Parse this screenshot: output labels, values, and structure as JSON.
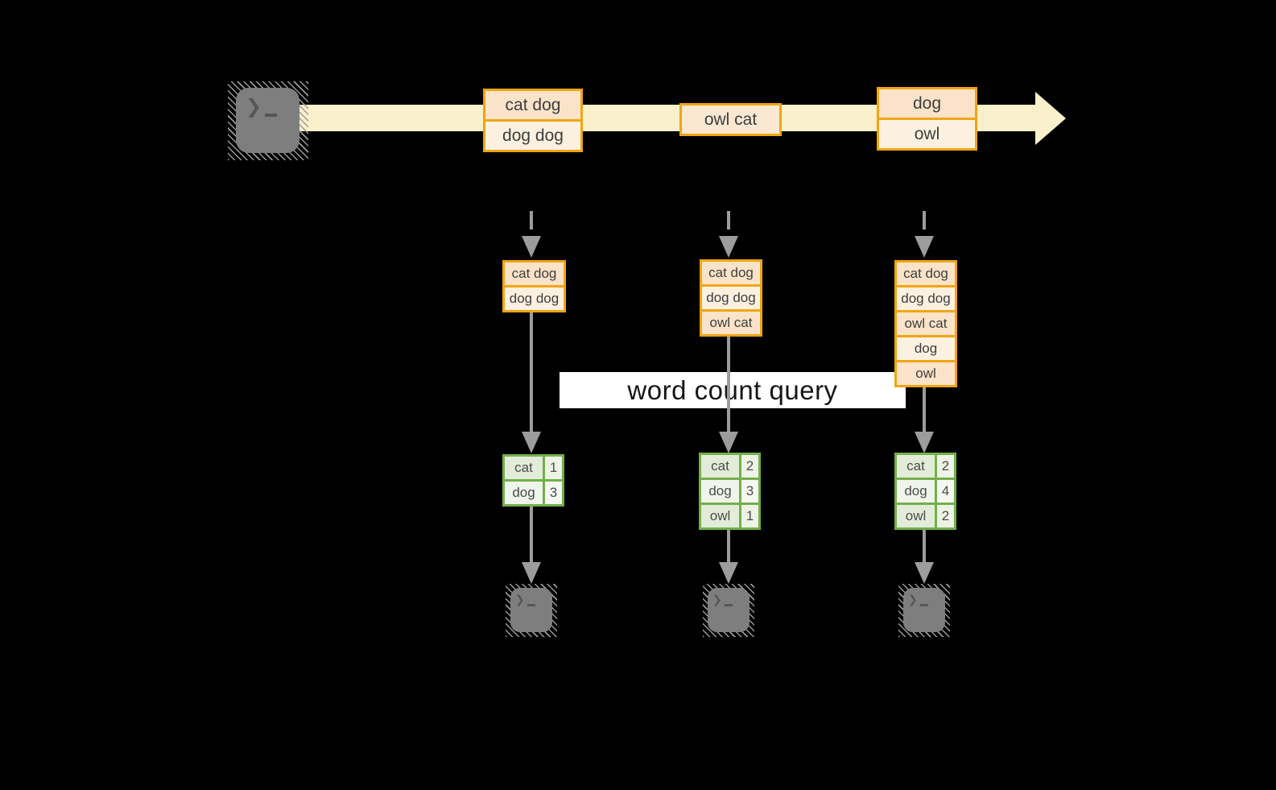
{
  "query": {
    "label": "word count query"
  },
  "stream": {
    "batches": [
      {
        "rows": [
          "cat dog",
          "dog dog"
        ]
      },
      {
        "rows": [
          "owl cat"
        ]
      },
      {
        "rows": [
          "dog",
          "owl"
        ]
      }
    ]
  },
  "buffers": [
    {
      "rows": [
        "cat dog",
        "dog dog"
      ]
    },
    {
      "rows": [
        "cat dog",
        "dog dog",
        "owl cat"
      ]
    },
    {
      "rows": [
        "cat dog",
        "dog dog",
        "owl cat",
        "dog",
        "owl"
      ]
    }
  ],
  "results": [
    {
      "rows": [
        {
          "word": "cat",
          "count": "1"
        },
        {
          "word": "dog",
          "count": "3"
        }
      ]
    },
    {
      "rows": [
        {
          "word": "cat",
          "count": "2"
        },
        {
          "word": "dog",
          "count": "3"
        },
        {
          "word": "owl",
          "count": "1"
        }
      ]
    },
    {
      "rows": [
        {
          "word": "cat",
          "count": "2"
        },
        {
          "word": "dog",
          "count": "4"
        },
        {
          "word": "owl",
          "count": "2"
        }
      ]
    }
  ],
  "icons": {
    "terminal_prompt": "❯"
  },
  "colors": {
    "background": "#000000",
    "stream_band": "#FAF0CB",
    "accent_orange": "#F0A511",
    "accent_green": "#74AF4B",
    "arrow_gray": "#9C9C9C",
    "terminal_gray": "#7E7E7E",
    "banner_white": "#FFFFFF"
  }
}
